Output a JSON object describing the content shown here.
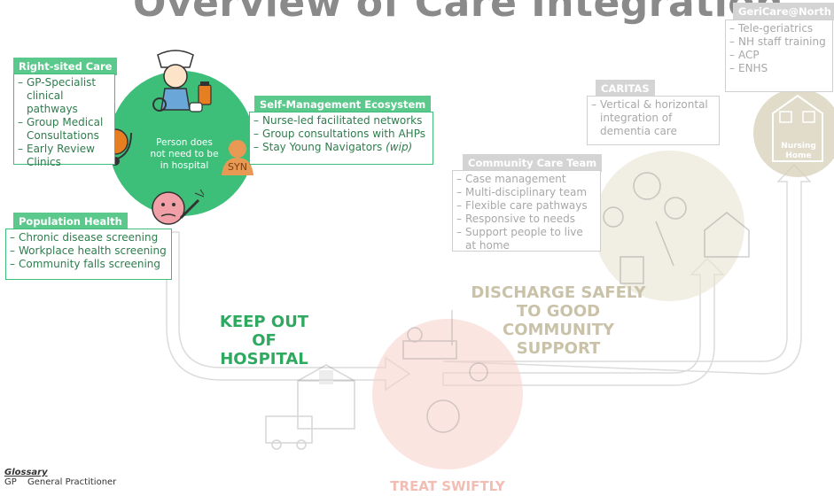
{
  "title": "Overview of Care Integration",
  "center_circle": {
    "text": "Person does not need to be in hospital"
  },
  "badge_syn": "SYN",
  "right_sited_care": {
    "header": "Right-sited Care",
    "items": [
      "GP-Specialist clinical pathways",
      "Group Medical Consultations",
      "Early Review Clinics"
    ]
  },
  "self_management": {
    "header": "Self-Management Ecosystem",
    "items": [
      "Nurse-led facilitated networks",
      "Group consultations with AHPs"
    ],
    "last_item": "Stay Young Navigators",
    "last_item_note": "(wip)"
  },
  "population_health": {
    "header": "Population Health",
    "items": [
      "Chronic disease screening",
      "Workplace health screening",
      "Community falls screening"
    ]
  },
  "community_care_team": {
    "header": "Community Care Team",
    "items": [
      "Case management",
      "Multi-disciplinary team",
      "Flexible care pathways",
      "Responsive to needs",
      "Support people to live at home"
    ]
  },
  "caritas": {
    "header": "CARITAS",
    "items": [
      "Vertical & horizontal integration of dementia care"
    ]
  },
  "gericare": {
    "header": "GeriCare@North",
    "items": [
      "Tele-geriatrics",
      "NH staff training",
      "ACP",
      "ENHS"
    ]
  },
  "nursing_home_label": "Nursing Home",
  "keep_out": "KEEP OUT OF HOSPITAL",
  "discharge": "DISCHARGE SAFELY TO GOOD COMMUNITY SUPPORT",
  "treat": "TREAT SWIFTLY",
  "glossary": {
    "heading": "Glossary",
    "entries": [
      {
        "term": "GP",
        "definition": "General Practitioner"
      }
    ]
  },
  "colors": {
    "green": "#3dbf7a",
    "green_light": "#5cc98c",
    "grey": "#d4d4d4",
    "salmon": "#e98a7a",
    "orange": "#e67e22",
    "teal_text": "#2fa860"
  }
}
